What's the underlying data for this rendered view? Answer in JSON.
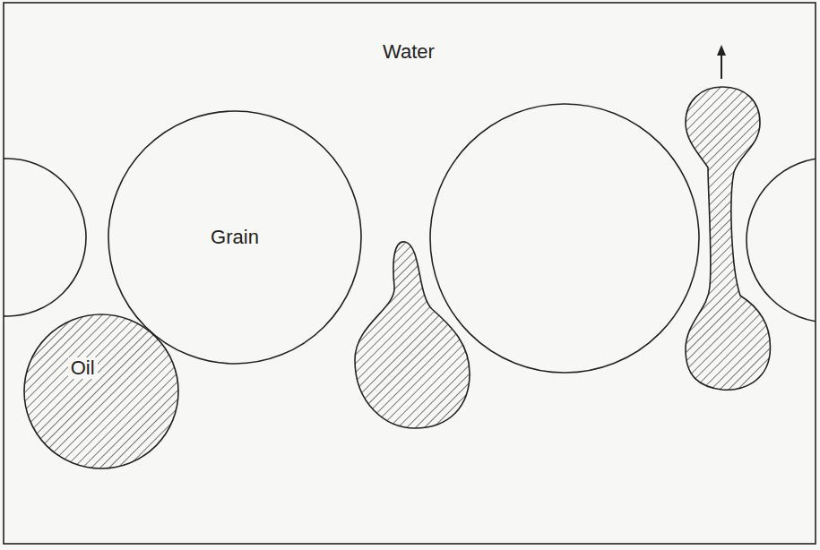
{
  "diagram": {
    "nodes": [
      {
        "text": [
          "Grain"
        ]
      },
      {
        "text": [
          "Oil"
        ]
      }
    ],
    "labels": [
      "Water"
    ]
  }
}
